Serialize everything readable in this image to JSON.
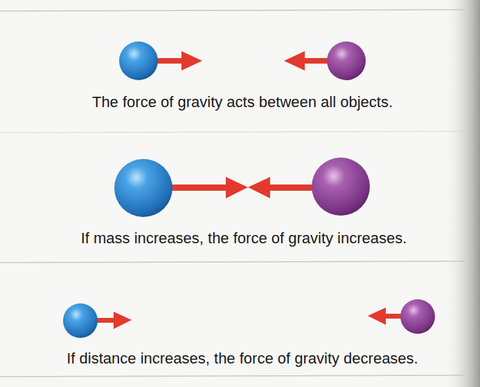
{
  "diagram": {
    "labels": [
      "The force of gravity acts between all objects.",
      "If mass increases, the force of gravity increases.",
      "If distance increases, the force of gravity decreases."
    ]
  }
}
